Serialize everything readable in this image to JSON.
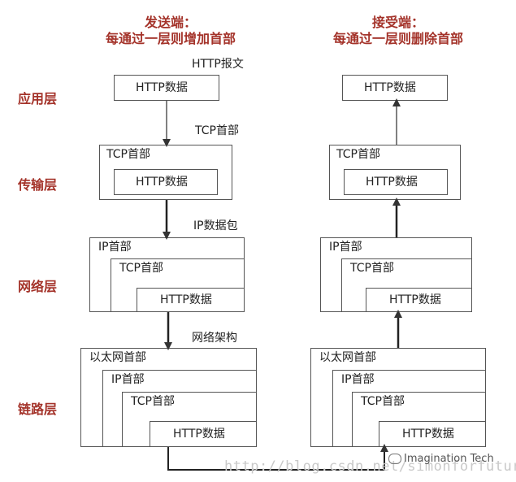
{
  "headers": {
    "sender_title": "发送端：",
    "sender_sub": "每通过一层则增加首部",
    "receiver_title": "接受端：",
    "receiver_sub": "每通过一层则删除首部"
  },
  "layers": {
    "application": "应用层",
    "transport": "传输层",
    "network": "网络层",
    "link": "链路层"
  },
  "notes": {
    "http_message": "HTTP报文",
    "tcp_header": "TCP首部",
    "ip_packet": "IP数据包",
    "network_frame": "网络架构"
  },
  "box_labels": {
    "http_data": "HTTP数据",
    "tcp_header": "TCP首部",
    "ip_header": "IP首部",
    "ethernet_header": "以太网首部"
  },
  "watermark": "http://blog.csdn.net/simonforfuture",
  "brand": "Imagination Tech",
  "colors": {
    "layer_label": "#a4332a",
    "border": "#555555"
  }
}
